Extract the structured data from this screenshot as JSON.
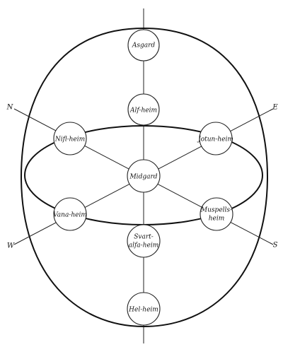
{
  "nodes": {
    "asgard": "Asgard",
    "alfheim": "Alf-heim",
    "niflheim": "Nifl-heim",
    "jotunheim": "Jotun-heim",
    "midgard": "Midgard",
    "vanaheim": "Vana-heim",
    "muspellsheim_1": "Muspells-",
    "muspellsheim_2": "heim",
    "svartalfaheim_1": "Svart-",
    "svartalfaheim_2": "alfa-heim",
    "helheim": "Hel-heim"
  },
  "directions": {
    "north": "N",
    "east": "E",
    "west": "W",
    "south": "S"
  }
}
